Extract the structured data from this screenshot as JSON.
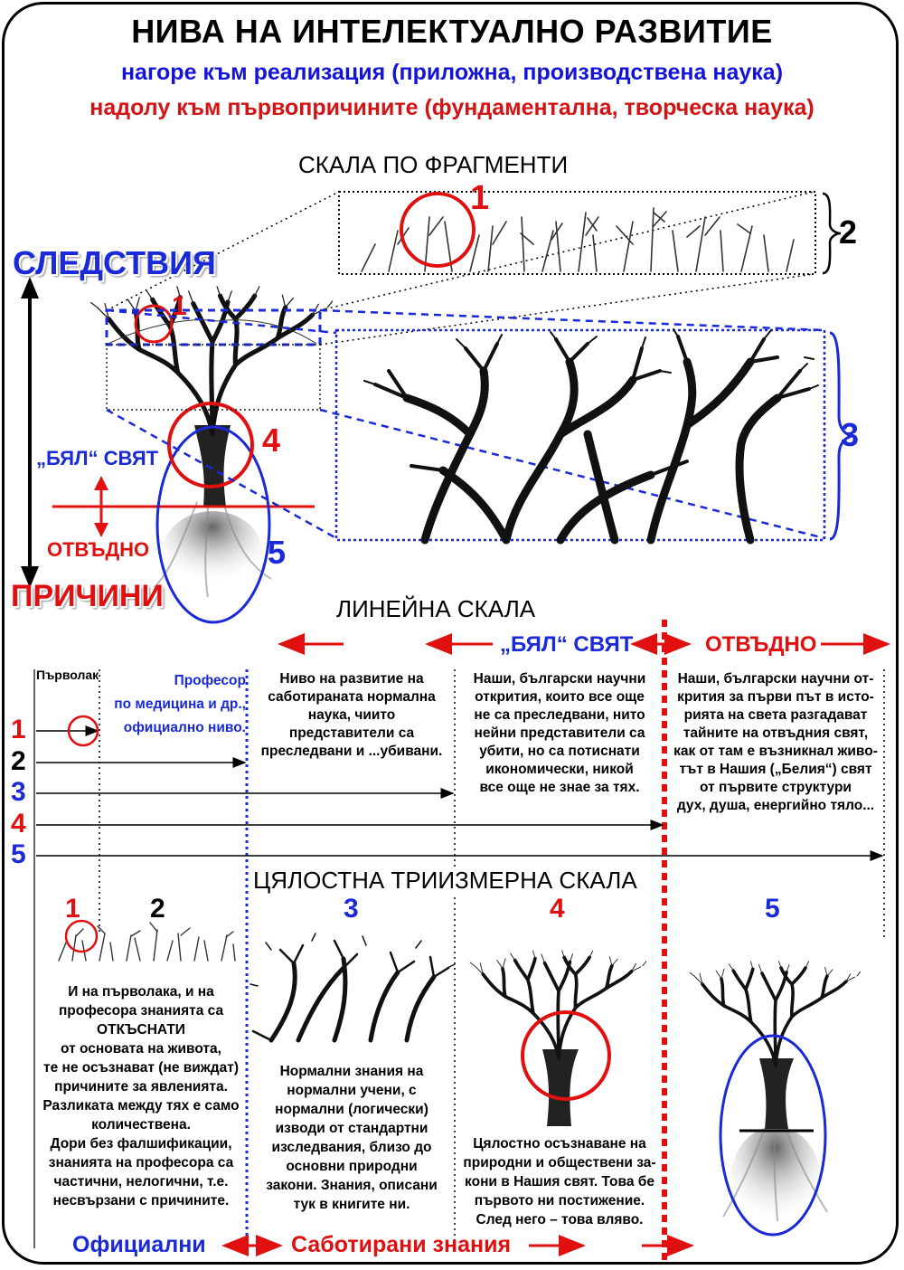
{
  "header": {
    "title": "НИВА НА ИНТЕЛЕКТУАЛНО РАЗВИТИЕ",
    "subtitle_up": "нагоре към реализация (приложна, производствена наука)",
    "subtitle_down": "надолу към първопричините (фундаментална, творческа наука)"
  },
  "fragment_scale": {
    "heading": "СКАЛА ПО ФРАГМЕНТИ",
    "left_top": "СЛЕДСТВИЯ",
    "left_bottom": "ПРИЧИНИ",
    "white_world": "„БЯЛ“ СВЯТ",
    "beyond": "ОТВЪДНО",
    "markers": [
      "1",
      "1",
      "2",
      "3",
      "4",
      "5"
    ]
  },
  "linear_scale": {
    "heading": "ЛИНЕЙНА СКАЛА",
    "white_world": "„БЯЛ“ СВЯТ",
    "beyond": "ОТВЪДНО",
    "col_pupil": "Първолак",
    "col_professor": [
      "Професор",
      "по медицина и др.,",
      "официално ниво."
    ],
    "col3_text": [
      "Ниво на развитие на",
      "саботираната нормална",
      "наука, чиито",
      "представители са",
      "преследвани и ...убивани."
    ],
    "col4_text": [
      "Наши, български научни",
      "открития, които все още",
      "не са преследвани, нито",
      "нейни представители са",
      "убити, но са потиснати",
      "икономически, никой",
      "все още не знае за тях."
    ],
    "col5_text": [
      "Наши, български научни от-",
      "крития за първи път в исто-",
      "рията на света разгадават",
      "тайните на отвъдния свят,",
      "как от там е възникнал живо-",
      "тът в Нашия („Белия“) свят",
      "от първите структури",
      "дух, душа, енергийно тяло..."
    ],
    "levels": [
      "1",
      "2",
      "3",
      "4",
      "5"
    ]
  },
  "whole_scale": {
    "heading": "ЦЯЛОСТНА ТРИИЗМЕРНА СКАЛА",
    "numbers": [
      "1",
      "2",
      "3",
      "4",
      "5"
    ],
    "text12": [
      "И на първолака, и на",
      "професора знанията са",
      "ОТКЪСНАТИ",
      "от основата на живота,",
      "те не осъзнават (не виждат)",
      "причините за явленията.",
      "Разликата между тях е само",
      "количествена.",
      "Дори без фалшификации,",
      "знанията на професора са",
      "частични, нелогични, т.е.",
      "несвързани с причините."
    ],
    "text3": [
      "Нормални знания на",
      "нормални учени, с",
      "нормални (логически)",
      "изводи от стандартни",
      "изследвания, близо до",
      "основни природни",
      "закони. Знания, описани",
      "тук в книгите ни."
    ],
    "text4": [
      "Цялостно осъзнаване на",
      "природни и обществени за-",
      "кони в Нашия свят. Това бе",
      "първото ни постижение.",
      "След него – това вляво."
    ],
    "footer_official": "Официални",
    "footer_sabotaged": "Саботирани знания"
  },
  "colors": {
    "blue": "#1a2ad8",
    "red": "#e01010",
    "black": "#000000"
  },
  "icons": [
    "tree-icon",
    "arrow-icon",
    "circle-marker",
    "ellipse-marker"
  ]
}
